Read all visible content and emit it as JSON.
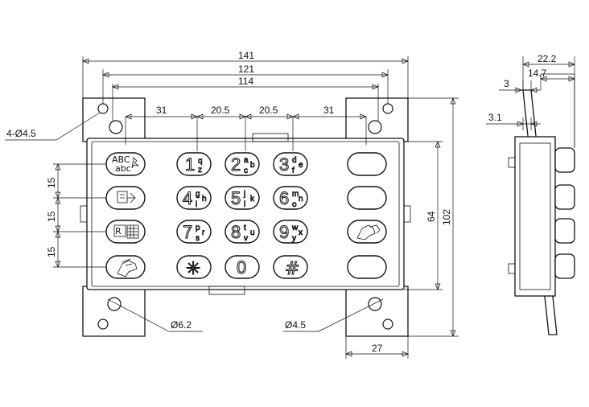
{
  "drawing": {
    "front_view": {
      "dimensions": {
        "overall_width": "141",
        "hole_span": "121",
        "inner_span": "114",
        "left_gap": "31",
        "col_pitch_left": "20.5",
        "col_pitch_right": "20.5",
        "right_gap": "31",
        "row_pitch_1": "15",
        "row_pitch_2": "15",
        "row_pitch_3": "15",
        "inner_height": "64",
        "overall_height": "102",
        "bracket_width": "27"
      },
      "callouts": {
        "mounting_holes": "4-Ø4.5",
        "large_hole": "Ø6.2",
        "small_hole": "Ø4.5"
      },
      "keys": {
        "k1_digit": "1",
        "k1_top": "q",
        "k1_bot": "z",
        "k2_digit": "2",
        "k2_top": "a",
        "k2_mid": "b",
        "k2_bot": "c",
        "k3_digit": "3",
        "k3_top": "d",
        "k3_mid": "e",
        "k3_bot": "f",
        "k4_digit": "4",
        "k4_top": "g",
        "k4_mid": "h",
        "k4_bot": "i",
        "k5_digit": "5",
        "k5_top": "j",
        "k5_mid": "k",
        "k5_bot": "l",
        "k6_digit": "6",
        "k6_top": "m",
        "k6_mid": "n",
        "k6_bot": "o",
        "k7_digit": "7",
        "k7_top": "p",
        "k7_mid": "r",
        "k7_bot": "s",
        "k8_digit": "8",
        "k8_top": "t",
        "k8_mid": "u",
        "k8_bot": "v",
        "k9_digit": "9",
        "k9_top": "w",
        "k9_mid": "x",
        "k9_bot": "y",
        "star": "✳",
        "zero": "0",
        "hash": "#",
        "f1_top": "ABC",
        "f1_bot": "abc"
      },
      "function_icons": [
        "abc-key-icon",
        "transfer-key-icon",
        "receipt-key-icon",
        "hand-card-key-icon",
        "hand-card-right-icon"
      ]
    },
    "side_view": {
      "dimensions": {
        "overall_depth": "22.2",
        "button_depth": "14.7",
        "plate_thickness": "3",
        "base_thickness": "3.1"
      }
    }
  }
}
